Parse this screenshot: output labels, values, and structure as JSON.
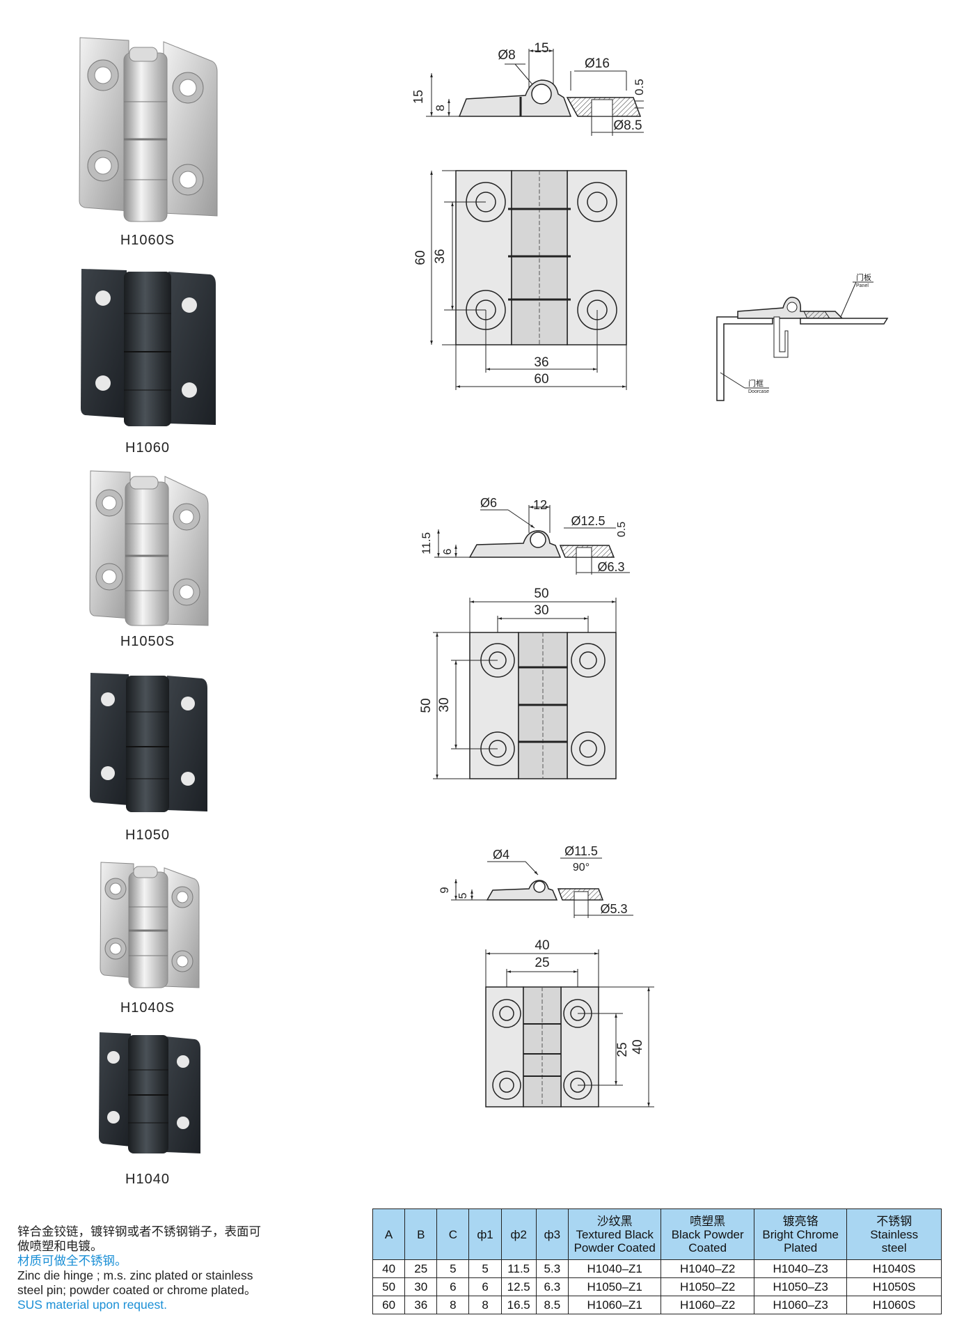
{
  "products": [
    {
      "model": "H1060S",
      "finish": "stainless"
    },
    {
      "model": "H1060",
      "finish": "black"
    },
    {
      "model": "H1050S",
      "finish": "stainless"
    },
    {
      "model": "H1050",
      "finish": "black"
    },
    {
      "model": "H1040S",
      "finish": "stainless"
    },
    {
      "model": "H1040",
      "finish": "black"
    }
  ],
  "drawings": {
    "h1060": {
      "side": {
        "hole": "Ø8",
        "pitch": "15",
        "cbore": "Ø16",
        "gap": "0.5",
        "height": "15",
        "thickness": "8",
        "through": "Ø8.5"
      },
      "front": {
        "height": "60",
        "hole_v": "36",
        "hole_h": "36",
        "width": "60"
      }
    },
    "h1050": {
      "side": {
        "hole": "Ø6",
        "pitch": "12",
        "cbore": "Ø12.5",
        "gap": "0.5",
        "height": "11.5",
        "thickness": "6",
        "through": "Ø6.3"
      },
      "front": {
        "width": "50",
        "hole_h": "30",
        "height": "50",
        "hole_v": "30"
      }
    },
    "h1040": {
      "side": {
        "hole": "Ø4",
        "cbore": "Ø11.5",
        "angle": "90°",
        "height": "9",
        "thickness": "5",
        "through": "Ø5.3"
      },
      "front": {
        "width": "40",
        "hole_h": "25",
        "hole_v": "25",
        "height": "40"
      }
    },
    "install": {
      "panel_cn": "门板",
      "panel_en": "Panel",
      "frame_cn": "门框",
      "frame_en": "Doorcase"
    }
  },
  "description": {
    "cn_line1": "锌合金铰链，镀锌钢或者不锈钢销子，表面可",
    "cn_line2": "做喷塑和电镀。",
    "cn_note": "材质可做全不锈钢。",
    "en_line1": "Zinc die hinge ; m.s. zinc plated or stainless",
    "en_line2": "steel pin; powder coated or chrome plated。",
    "en_note": "SUS material upon request."
  },
  "colors": {
    "header_bg": "#a9d6f2",
    "note_blue": "#1a8fd6"
  },
  "table": {
    "headers": [
      "A",
      "B",
      "C",
      "ф1",
      "ф2",
      "ф3"
    ],
    "finish_headers": [
      {
        "cn": "沙纹黑",
        "en1": "Textured Black",
        "en2": "Powder Coated"
      },
      {
        "cn": "喷塑黑",
        "en1": "Black Powder",
        "en2": "Coated"
      },
      {
        "cn": "镀亮铬",
        "en1": "Bright Chrome",
        "en2": "Plated"
      },
      {
        "cn": "不锈钢",
        "en1": "Stainless",
        "en2": "steel"
      }
    ],
    "rows": [
      [
        "40",
        "25",
        "5",
        "5",
        "11.5",
        "5.3",
        "H1040–Z1",
        "H1040–Z2",
        "H1040–Z3",
        "H1040S"
      ],
      [
        "50",
        "30",
        "6",
        "6",
        "12.5",
        "6.3",
        "H1050–Z1",
        "H1050–Z2",
        "H1050–Z3",
        "H1050S"
      ],
      [
        "60",
        "36",
        "8",
        "8",
        "16.5",
        "8.5",
        "H1060–Z1",
        "H1060–Z2",
        "H1060–Z3",
        "H1060S"
      ]
    ]
  }
}
